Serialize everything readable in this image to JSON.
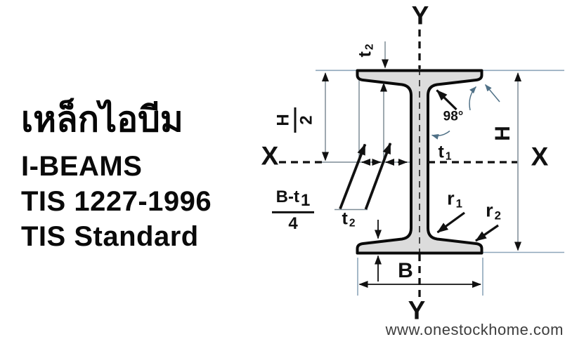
{
  "left_panel": {
    "title_thai": "เหล็กไอบีม",
    "product_name": "I-BEAMS",
    "standard_code": "TIS 1227-1996",
    "standard_name": "TIS Standard"
  },
  "diagram": {
    "axes": {
      "x": "X",
      "y": "Y"
    },
    "labels": {
      "depth": "H",
      "width": "B",
      "half_depth": {
        "num": "H",
        "den": "2"
      },
      "flange_offset": {
        "num_base": "B-t",
        "num_sub": "1",
        "den": "4"
      },
      "web_thickness": {
        "base": "t",
        "sub": "1"
      },
      "flange_thickness_top": {
        "base": "t",
        "sub": "2"
      },
      "flange_thickness_bottom": {
        "base": "t",
        "sub": "2"
      },
      "fillet_radius": {
        "base": "r",
        "sub": "1"
      },
      "edge_radius": {
        "base": "r",
        "sub": "2"
      },
      "flange_angle": "98°"
    }
  },
  "watermark": "www.onestockhome.com",
  "colors": {
    "ink": "#111111",
    "beam_fill": "#dcdcdc",
    "beam_outline": "#0a0a0a",
    "guide_blue": "#8ea6ba",
    "dim_gray": "#7d8c96",
    "arrow_blue": "#4f7086",
    "watermark_gray": "#3d3d3d"
  }
}
